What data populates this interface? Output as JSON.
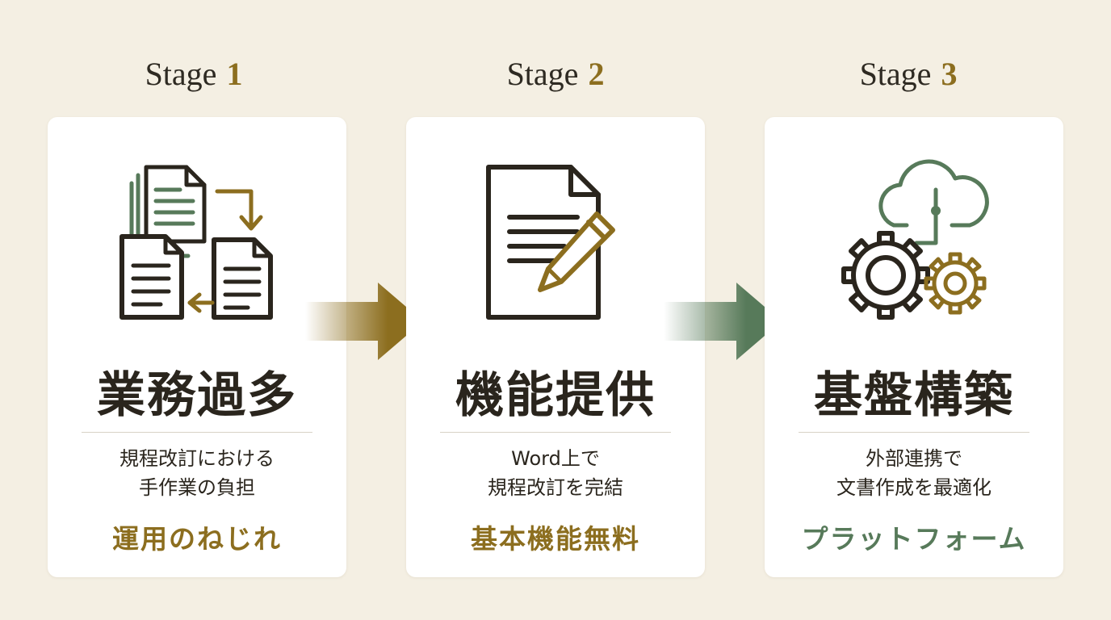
{
  "colors": {
    "background": "#f4efe3",
    "card": "#ffffff",
    "dark": "#2a251d",
    "gold": "#8c6e1f",
    "green": "#577a5a"
  },
  "stages": [
    {
      "stage_word": "Stage",
      "stage_number": "1",
      "icon": "documents-exchange-icon",
      "title": "業務過多",
      "description_lines": [
        "規程改訂における",
        "手作業の負担"
      ],
      "tag": "運用のねじれ",
      "tag_color": "#8c6e1f"
    },
    {
      "stage_word": "Stage",
      "stage_number": "2",
      "icon": "document-pencil-icon",
      "title": "機能提供",
      "description_lines": [
        "Word上で",
        "規程改訂を完結"
      ],
      "tag": "基本機能無料",
      "tag_color": "#8c6e1f"
    },
    {
      "stage_word": "Stage",
      "stage_number": "3",
      "icon": "cloud-gears-icon",
      "title": "基盤構築",
      "description_lines": [
        "外部連携で",
        "文書作成を最適化"
      ],
      "tag": "プラットフォーム",
      "tag_color": "#577a5a"
    }
  ],
  "arrows": [
    {
      "icon": "right-arrow-icon",
      "color": "#8c6e1f"
    },
    {
      "icon": "right-arrow-icon",
      "color": "#577a5a"
    }
  ]
}
